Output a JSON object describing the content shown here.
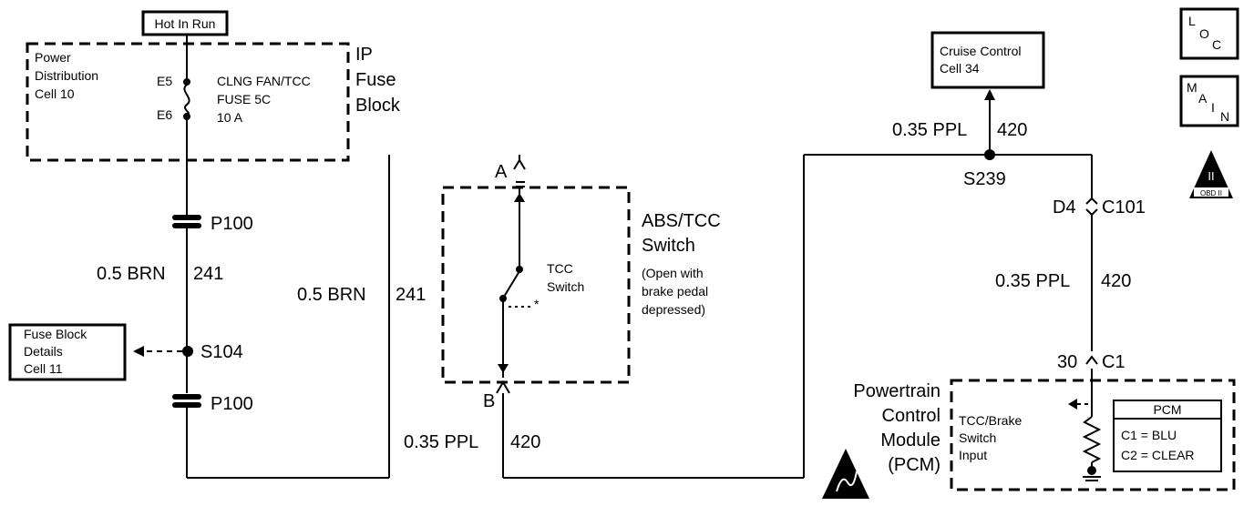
{
  "source_label": "Hot In Run",
  "fuse_block": {
    "name": "IP Fuse Block",
    "name_lines": [
      "IP",
      "Fuse",
      "Block"
    ],
    "power_dist": [
      "Power",
      "Distribution",
      "Cell 10"
    ],
    "pin_top": "E5",
    "pin_bottom": "E6",
    "fuse": [
      "CLNG FAN/TCC",
      "FUSE 5C",
      "10 A"
    ]
  },
  "connectors": {
    "p100_upper": "P100",
    "p100_lower": "P100",
    "splice_s104": "S104",
    "splice_s239": "S239",
    "c101_pin": "D4",
    "c101": "C101",
    "c1_pin": "30",
    "c1": "C1",
    "switch_a": "A",
    "switch_b": "B"
  },
  "wires": {
    "brn_left": [
      "0.5 BRN",
      "241"
    ],
    "brn_mid": [
      "0.5 BRN",
      "241"
    ],
    "ppl_bottom": [
      "0.35 PPL",
      "420"
    ],
    "ppl_top": [
      "0.35 PPL",
      "420"
    ],
    "ppl_right": [
      "0.35 PPL",
      "420"
    ]
  },
  "fuse_block_details": [
    "Fuse Block",
    "Details",
    "Cell 11"
  ],
  "cruise_control": [
    "Cruise Control",
    "Cell 34"
  ],
  "abs_switch": {
    "title": [
      "ABS/TCC",
      "Switch"
    ],
    "note": [
      "(Open with",
      "brake pedal",
      "depressed)"
    ],
    "inner": [
      "TCC",
      "Switch"
    ]
  },
  "pcm": {
    "title": [
      "Powertrain",
      "Control",
      "Module",
      "(PCM)"
    ],
    "input": [
      "TCC/Brake",
      "Switch",
      "Input"
    ],
    "legend_title": "PCM",
    "legend_rows": [
      "C1 = BLU",
      "C2 = CLEAR"
    ]
  },
  "nav_icons": {
    "loc": [
      "L",
      "O",
      "C"
    ],
    "main": [
      "M",
      "A",
      "I",
      "N"
    ],
    "obd": [
      "II",
      "OBD II"
    ]
  }
}
